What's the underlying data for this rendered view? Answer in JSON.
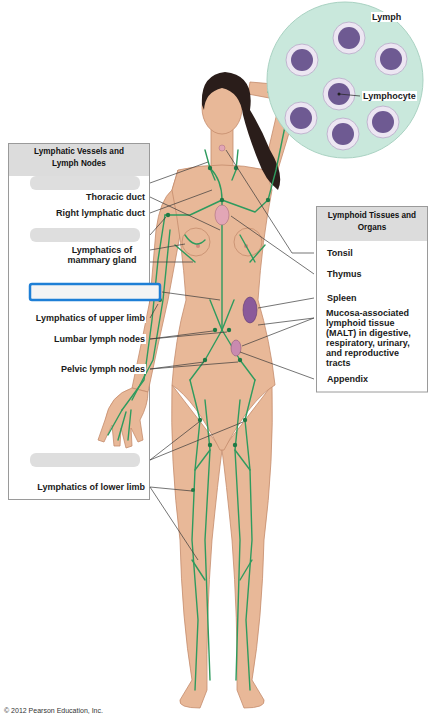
{
  "diagram": {
    "nodes": [
      {
        "text": [
          "Lymph",
          "Lymphocyte"
        ]
      },
      {
        "text": [
          "Lymphatic Vessels and Lymph Nodes",
          "Thoracic duct",
          "Right lymphatic duct",
          "Lymphatics of mammary gland",
          "Lymphatics of upper limb",
          "Lumbar lymph nodes",
          "Pelvic lymph nodes",
          "Lymphatics of lower limb"
        ]
      },
      {
        "text": [
          "Lymphoid Tissues and Organs",
          "Tonsil",
          "Thymus",
          "Spleen",
          "Mucosa-associated lymphoid tissue (MALT) in digestive, respiratory, urinary, and reproductive tracts",
          "Appendix"
        ]
      }
    ],
    "labels": [
      "© 2012 Pearson Education, Inc."
    ]
  }
}
